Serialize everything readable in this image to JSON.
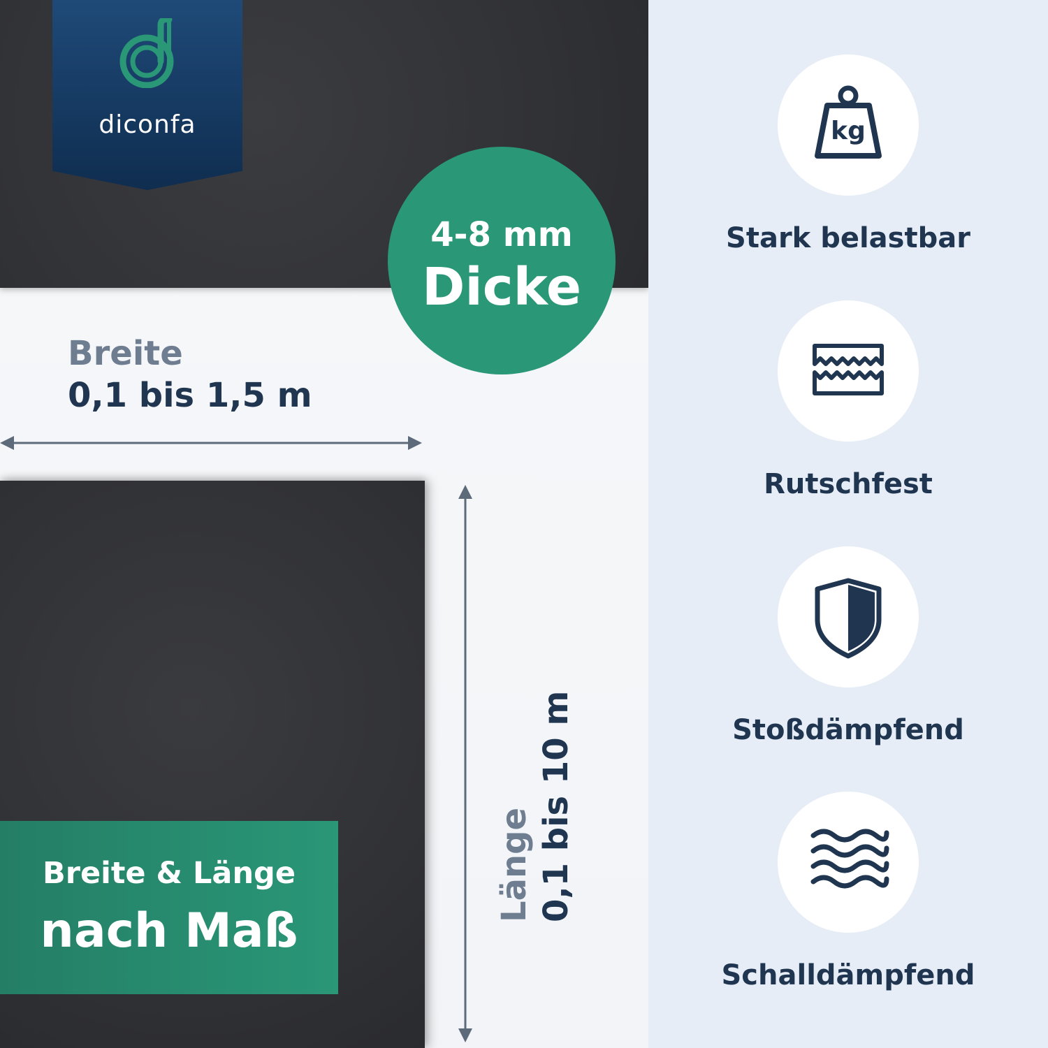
{
  "brand": {
    "name": "diconfa"
  },
  "thickness": {
    "value": "4-8 mm",
    "label": "Dicke"
  },
  "width": {
    "label": "Breite",
    "value": "0,1 bis 1,5 m"
  },
  "length": {
    "label": "Länge",
    "value": "0,1 bis 10 m"
  },
  "custom_size": {
    "line1": "Breite & Länge",
    "line2": "nach Maß"
  },
  "features": [
    {
      "label": "Stark belastbar",
      "icon": "weight-kg-icon",
      "icon_text": "kg"
    },
    {
      "label": "Rutschfest",
      "icon": "anti-slip-icon"
    },
    {
      "label": "Stoßdämpfend",
      "icon": "shield-icon"
    },
    {
      "label": "Schalldämpfend",
      "icon": "sound-waves-icon"
    }
  ],
  "colors": {
    "accent_green": "#2a9777",
    "navy": "#1f3550",
    "label_gray": "#6f7d91",
    "mat_dark": "#323337",
    "panel_bg": "#e6edf6"
  }
}
